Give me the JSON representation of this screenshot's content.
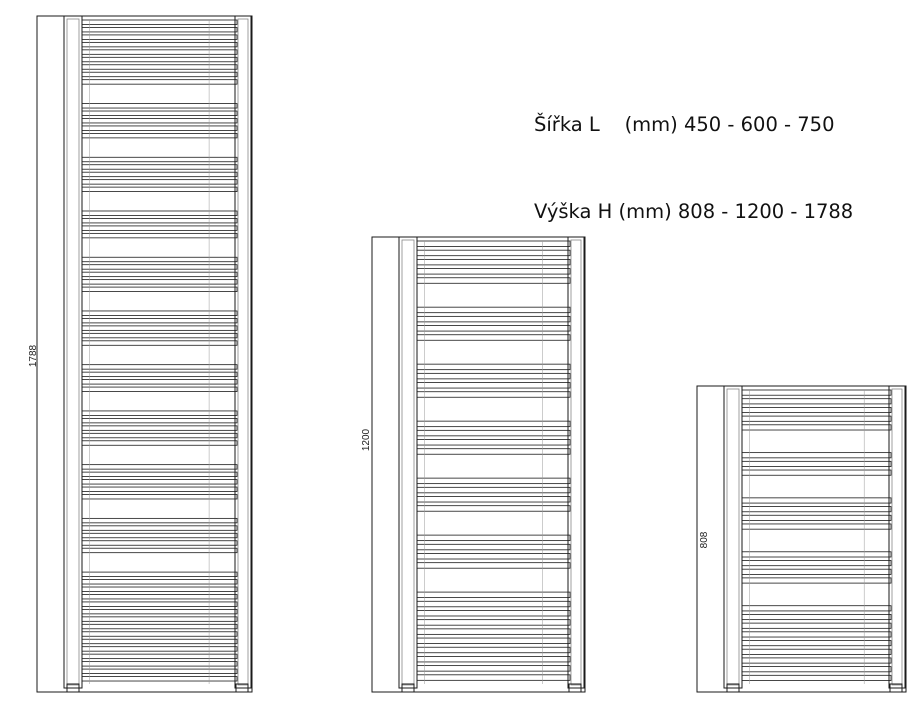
{
  "spec": {
    "width_line": "Šířka L    (mm) 450 - 600 - 750",
    "height_line": "Výška H (mm) 808 - 1200 - 1788"
  },
  "radiators": [
    {
      "height_label": "1788",
      "height_mm": 1788,
      "tube_groups": [
        9,
        5,
        5,
        4,
        5,
        5,
        4,
        5,
        5,
        5,
        15
      ]
    },
    {
      "height_label": "1200",
      "height_mm": 1200,
      "tube_groups": [
        5,
        4,
        4,
        4,
        4,
        4,
        10
      ]
    },
    {
      "height_label": "808",
      "height_mm": 808,
      "tube_groups": [
        5,
        3,
        4,
        4,
        9
      ]
    }
  ],
  "colors": {
    "line": "#1a1a1a",
    "background": "#ffffff"
  }
}
